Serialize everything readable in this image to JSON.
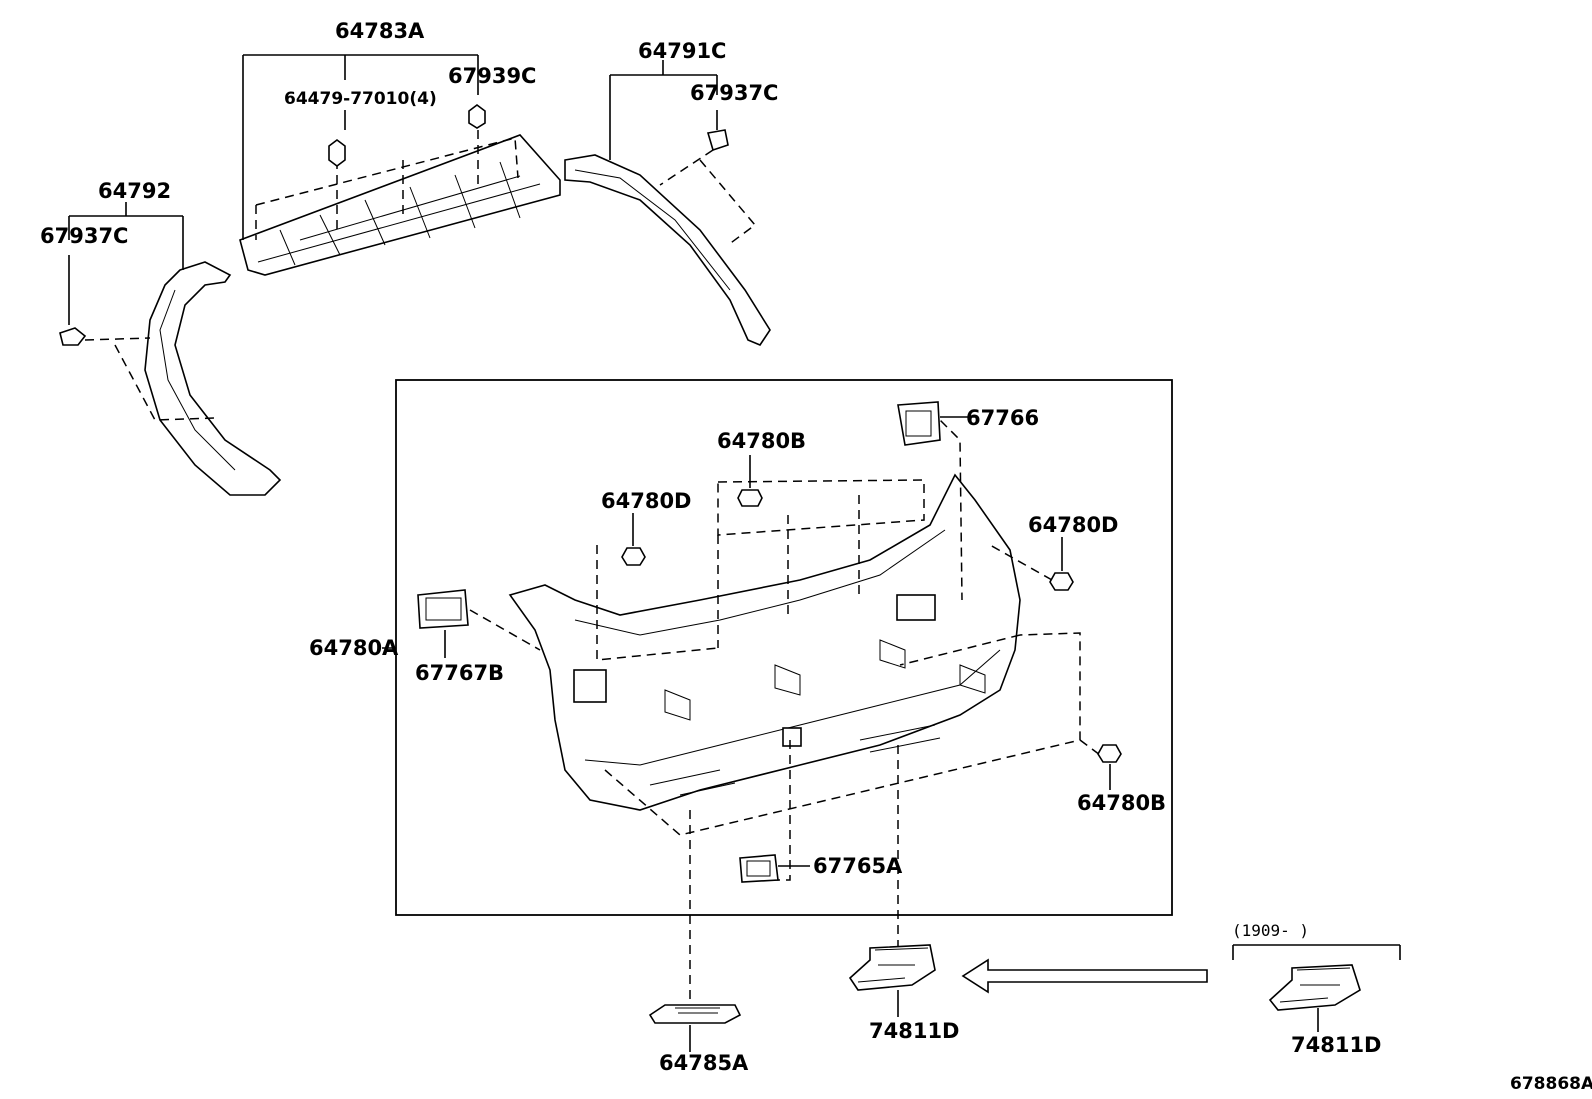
{
  "labels": {
    "p64783A": "64783A",
    "p64479": "64479-77010(4)",
    "p67939C": "67939C",
    "p64791C": "64791C",
    "p67937C_right": "67937C",
    "p64792": "64792",
    "p67937C_left": "67937C",
    "p67766": "67766",
    "p64780B_top": "64780B",
    "p64780D_left": "64780D",
    "p64780D_right": "64780D",
    "p64780A": "64780A",
    "p67767B": "67767B",
    "p64780B_bottom": "64780B",
    "p67765A": "67765A",
    "p64785A": "64785A",
    "p74811D_center": "74811D",
    "p74811D_right": "74811D",
    "date_note": "(1909-    )",
    "diagram_id": "678868A"
  }
}
